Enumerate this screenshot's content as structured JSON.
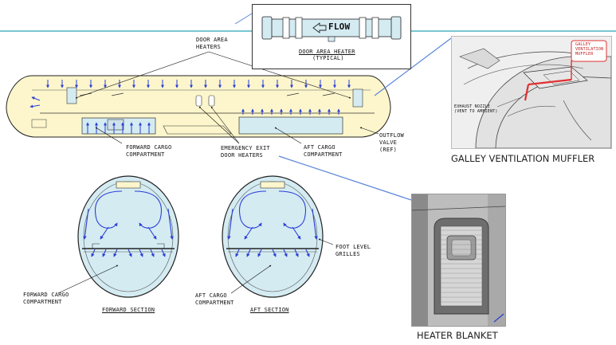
{
  "callout": {
    "flow_label": "FLOW",
    "title": "DOOR AREA HEATER",
    "subtitle": "(TYPICAL)"
  },
  "fuselage": {
    "door_area_heaters": [
      "DOOR AREA",
      "HEATERS"
    ],
    "forward_cargo": [
      "FORWARD CARGO",
      "COMPARTMENT"
    ],
    "emergency_exit": [
      "EMERGENCY EXIT",
      "DOOR HEATERS"
    ],
    "aft_cargo": [
      "AFT CARGO",
      "COMPARTMENT"
    ],
    "outflow_valve": [
      "OUTFLOW",
      "VALVE",
      "(REF)"
    ]
  },
  "sections": {
    "forward_compartment": [
      "FORWARD CARGO",
      "COMPARTMENT"
    ],
    "forward_title": "FORWARD SECTION",
    "aft_compartment": [
      "AFT CARGO",
      "COMPARTMENT"
    ],
    "aft_title": "AFT SECTION",
    "foot_level_grilles": [
      "FOOT LEVEL",
      "GRILLES"
    ]
  },
  "galley_photo": {
    "tag": [
      "GALLEY",
      "VENTILATION",
      "MUFFLER"
    ],
    "exhaust_nozzle": [
      "EXHAUST NOZZLE",
      "(VENT TO AMBIENT)"
    ],
    "caption": "GALLEY VENTILATION MUFFLER"
  },
  "heater_photo": {
    "caption": "HEATER BLANKET"
  },
  "colors": {
    "accent_line": "#2aa5b8",
    "fill": "#fdf6cc",
    "cargo_fill": "#d4ebf2",
    "arrow": "#2a3fd6",
    "leader": "#5b86d9",
    "highlight": "#e03030"
  }
}
